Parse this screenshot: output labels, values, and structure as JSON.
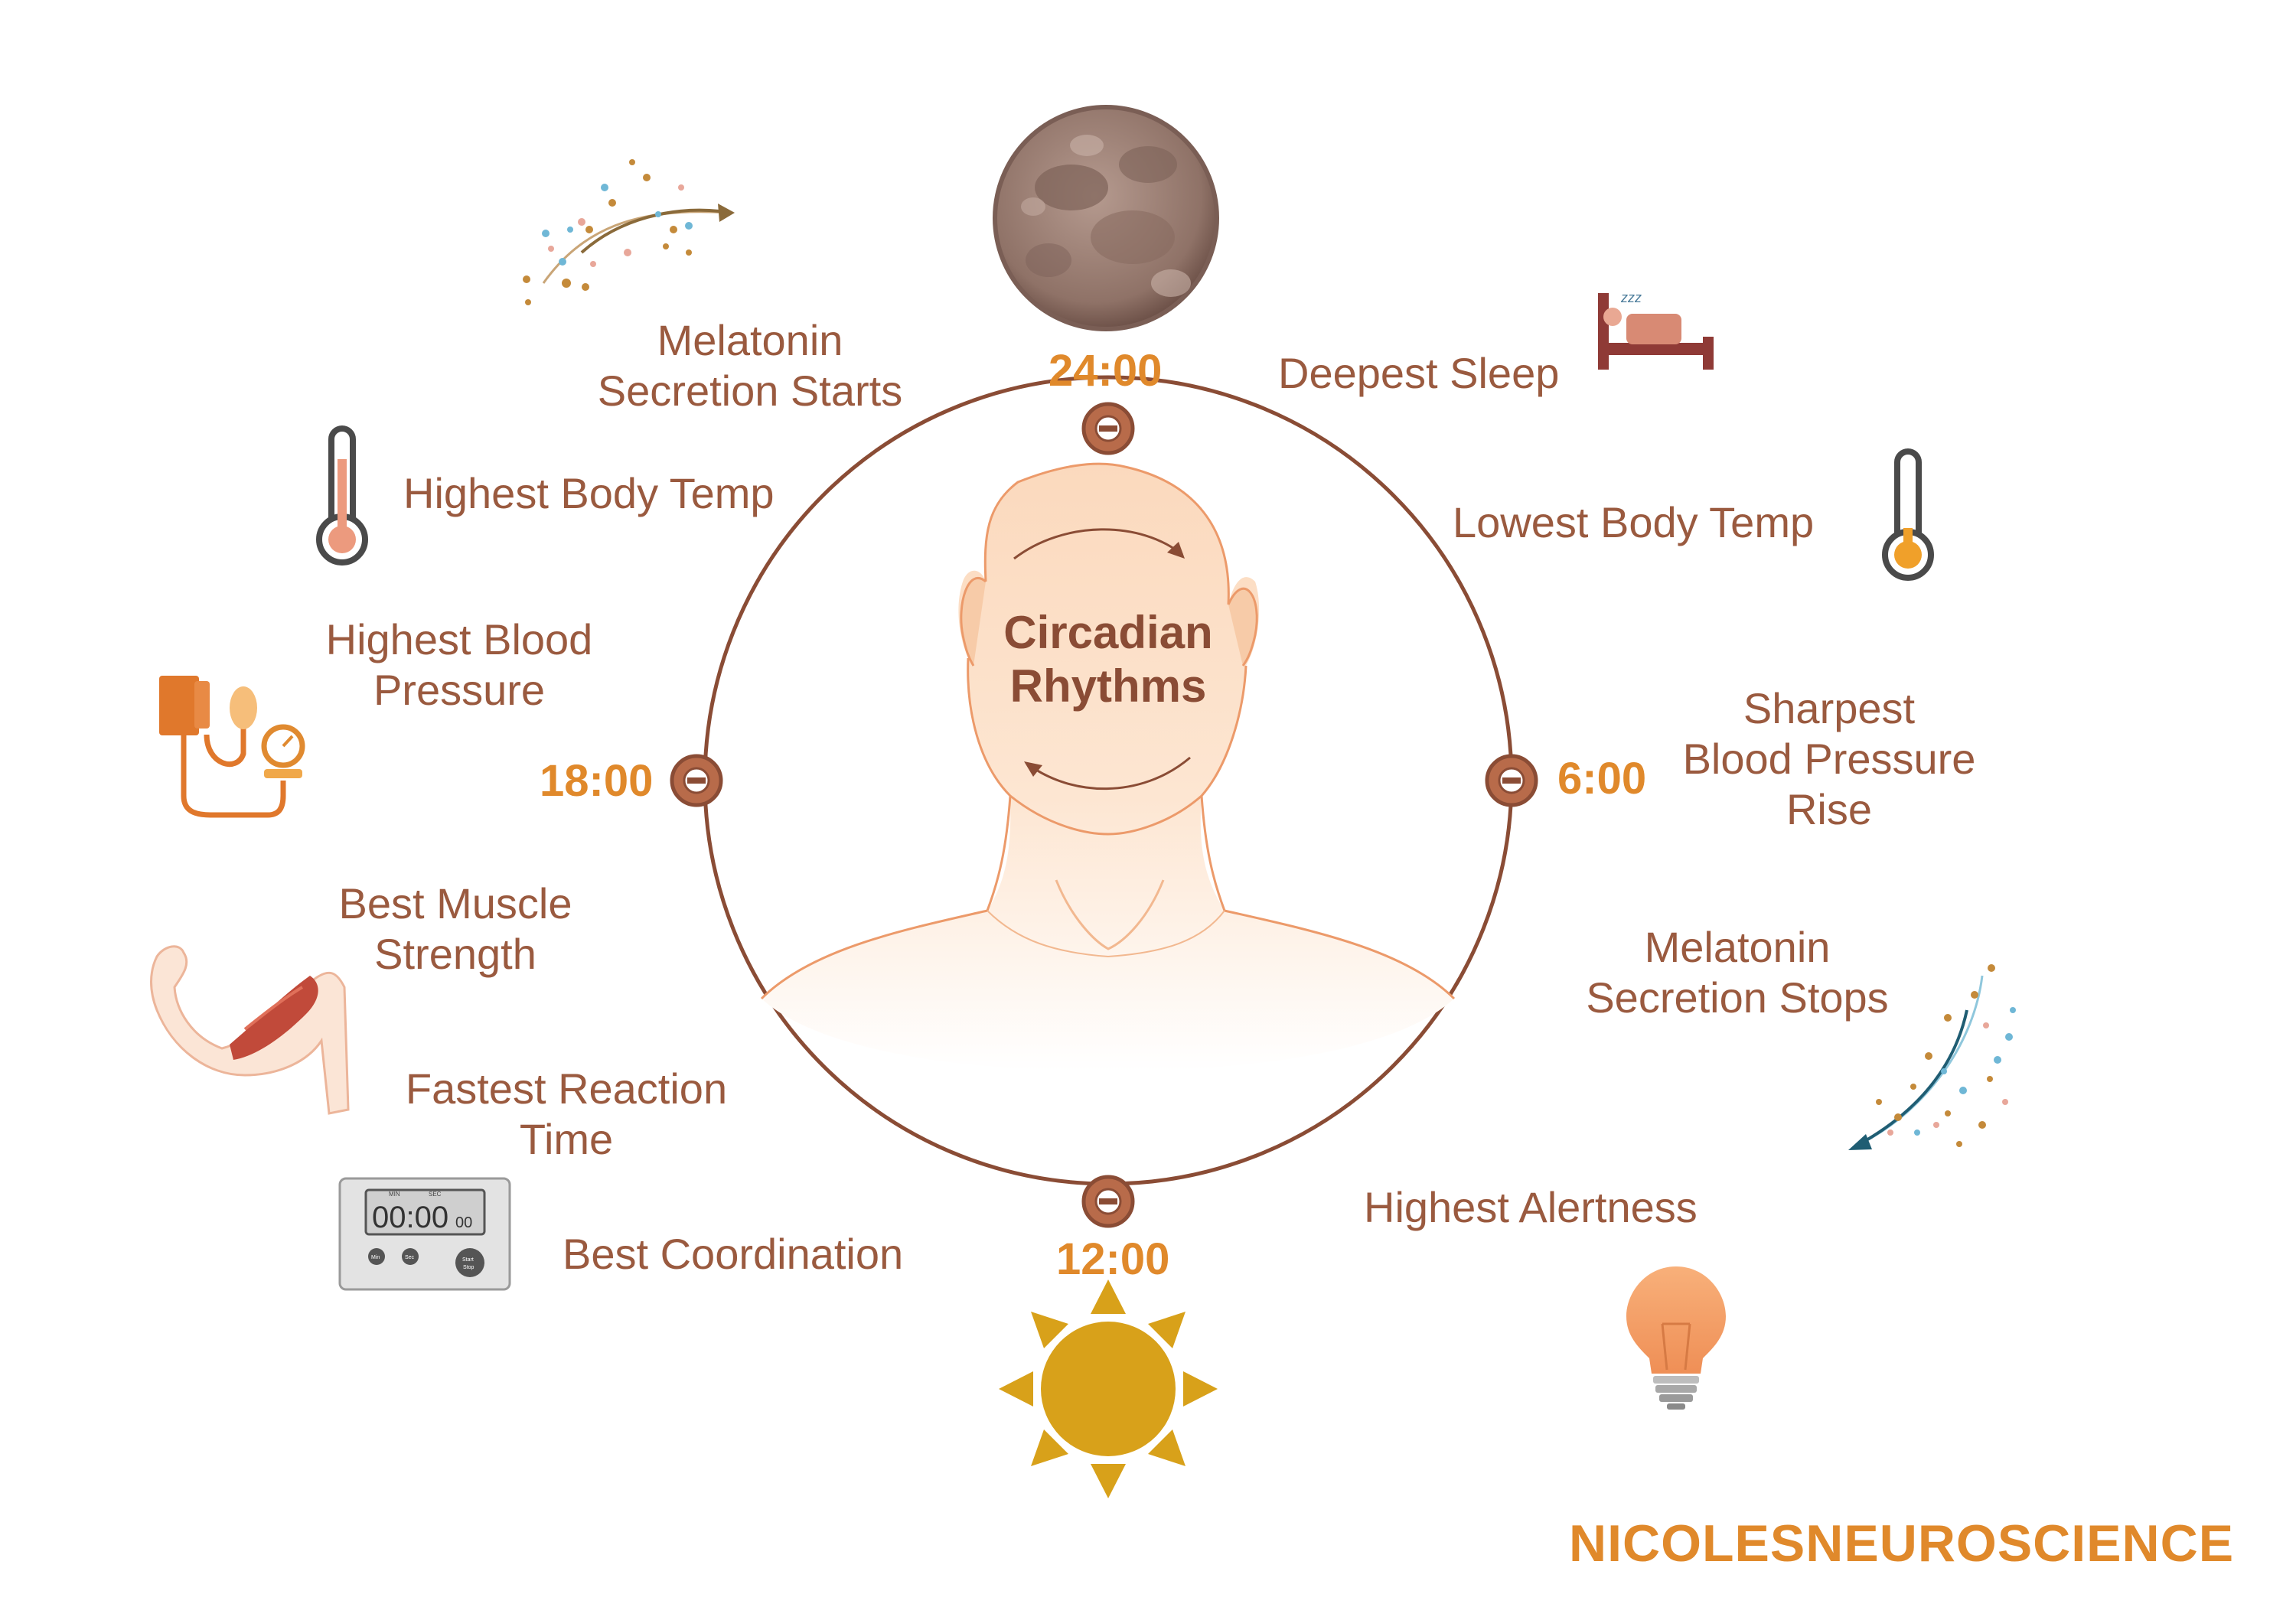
{
  "center": {
    "line1": "Circadian",
    "line2": "Rhythms"
  },
  "times": {
    "t24": "24:00",
    "t6": "6:00",
    "t12": "12:00",
    "t18": "18:00"
  },
  "events": {
    "melatonin_start": {
      "line1": "Melatonin",
      "line2": "Secretion Starts"
    },
    "deepest_sleep": "Deepest Sleep",
    "lowest_temp": "Lowest Body Temp",
    "bp_rise": {
      "line1": "Sharpest",
      "line2": "Blood Pressure",
      "line3": "Rise"
    },
    "melatonin_stop": {
      "line1": "Melatonin",
      "line2": "Secretion Stops"
    },
    "alertness": "Highest Alertness",
    "coordination": "Best Coordination",
    "reaction": {
      "line1": "Fastest Reaction",
      "line2": "Time"
    },
    "muscle": {
      "line1": "Best Muscle",
      "line2": "Strength"
    },
    "highest_bp": {
      "line1": "Highest Blood",
      "line2": "Pressure"
    },
    "highest_temp": "Highest Body Temp"
  },
  "timer": {
    "display": "00:00",
    "small": "00",
    "top_left": "MIN",
    "top_right": "SEC",
    "btn1": "Min",
    "btn2": "Sec",
    "btn3a": "Start",
    "btn3b": "Stop"
  },
  "sleep_zzz": "zzz",
  "brand": "NICOLESNEUROSCIENCE",
  "colors": {
    "label": "#9a5a3f",
    "accent": "#e0892b",
    "ring": "#8a4c35",
    "sun": "#d8a11a",
    "moon": "#9b8076"
  },
  "icons": [
    "moon-icon",
    "sun-icon",
    "bed-icon",
    "thermometer-icon",
    "blood-pressure-cuff-icon",
    "arm-muscle-icon",
    "timer-icon",
    "lightbulb-icon",
    "particles-arrow-icon",
    "head-icon"
  ]
}
